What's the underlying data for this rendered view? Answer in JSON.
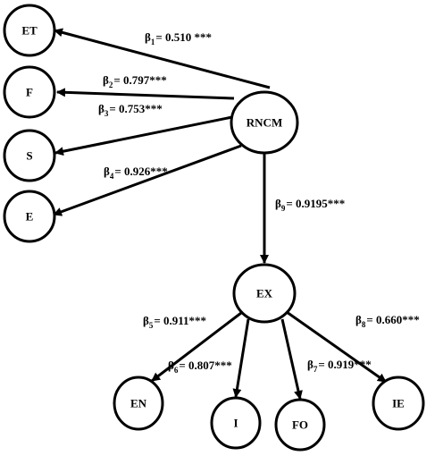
{
  "nodes": [
    {
      "id": "ET",
      "label": "ET"
    },
    {
      "id": "F",
      "label": "F"
    },
    {
      "id": "S",
      "label": "S"
    },
    {
      "id": "E",
      "label": "E"
    },
    {
      "id": "RNCM",
      "label": "RNCM"
    },
    {
      "id": "EX",
      "label": "EX"
    },
    {
      "id": "EN",
      "label": "EN"
    },
    {
      "id": "I",
      "label": "I"
    },
    {
      "id": "FO",
      "label": "FO"
    },
    {
      "id": "IE",
      "label": "IE"
    }
  ],
  "edges": [
    {
      "from": "RNCM",
      "to": "ET",
      "symbol": "β",
      "index": "1",
      "value": "= 0.510 ***"
    },
    {
      "from": "RNCM",
      "to": "F",
      "symbol": "β",
      "index": "2",
      "value": "= 0.797***"
    },
    {
      "from": "RNCM",
      "to": "S",
      "symbol": "β",
      "index": "3",
      "value": "= 0.753***"
    },
    {
      "from": "RNCM",
      "to": "E",
      "symbol": "β",
      "index": "4",
      "value": "= 0.926***"
    },
    {
      "from": "RNCM",
      "to": "EX",
      "symbol": "β",
      "index": "9",
      "value": "= 0.9195***"
    },
    {
      "from": "EX",
      "to": "EN",
      "symbol": "β",
      "index": "5",
      "value": "= 0.911***"
    },
    {
      "from": "EX",
      "to": "I",
      "symbol": "β",
      "index": "6",
      "value": "= 0.807***"
    },
    {
      "from": "EX",
      "to": "FO",
      "symbol": "β",
      "index": "7",
      "value": "= 0.919***"
    },
    {
      "from": "EX",
      "to": "IE",
      "symbol": "β",
      "index": "8",
      "value": "= 0.660***"
    }
  ]
}
